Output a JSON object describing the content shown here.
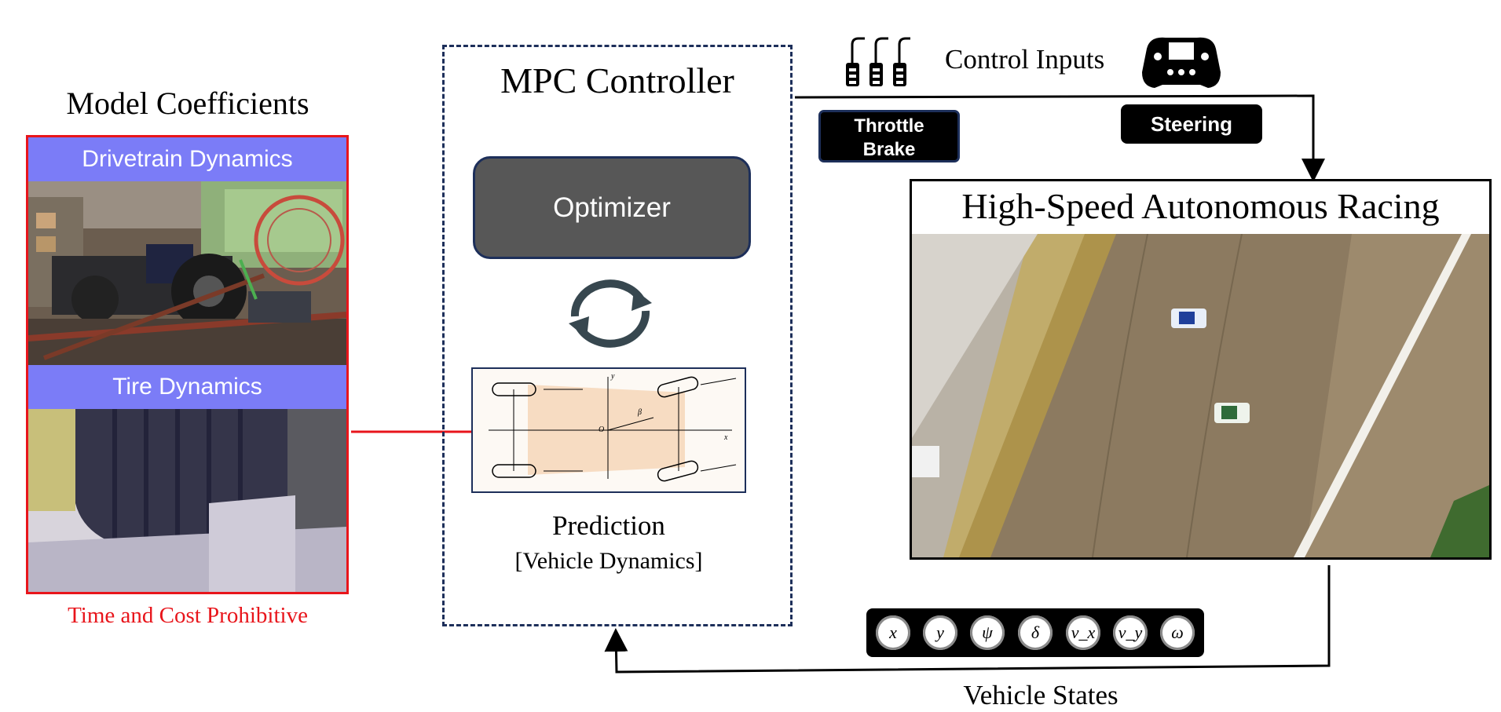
{
  "model_coefficients": {
    "title": "Model Coefficients",
    "drivetrain_label": "Drivetrain Dynamics",
    "tire_label": "Tire Dynamics",
    "note": "Time and Cost Prohibitive"
  },
  "mpc": {
    "title": "MPC Controller",
    "optimizer_label": "Optimizer",
    "prediction_title": "Prediction",
    "prediction_subtitle": "[Vehicle Dynamics]"
  },
  "control_inputs": {
    "label": "Control Inputs",
    "throttle_line1": "Throttle",
    "throttle_line2": "Brake",
    "steering": "Steering"
  },
  "racing": {
    "title": "High-Speed Autonomous Racing"
  },
  "vehicle_states": {
    "label": "Vehicle States",
    "symbols": [
      "x",
      "y",
      "ψ",
      "δ",
      "v_x",
      "v_y",
      "ω"
    ]
  },
  "colors": {
    "accent_red": "#e8151b",
    "band_blue": "#7b7cf7",
    "navy": "#1d2f5a",
    "optimizer_gray": "#575757"
  }
}
